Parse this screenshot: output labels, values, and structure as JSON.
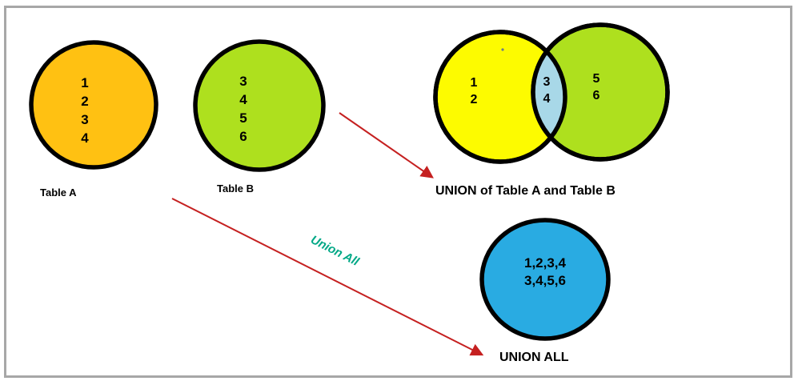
{
  "colors": {
    "table_a_fill": "#FFC112",
    "table_b_fill": "#AEE01E",
    "union_left_fill": "#FDFB00",
    "union_right_fill": "#AEE01E",
    "union_overlap_fill": "#A8D8E8",
    "union_all_fill": "#29ABE2",
    "circle_stroke": "#000000",
    "arrow": "#C52020",
    "arrow_label_color": "#00A886",
    "frame": "#A7A7A7"
  },
  "table_a": {
    "label": "Table A",
    "rows": [
      "1",
      "2",
      "3",
      "4"
    ]
  },
  "table_b": {
    "label": "Table B",
    "rows": [
      "3",
      "4",
      "5",
      "6"
    ]
  },
  "union": {
    "label": "UNION of Table A and Table B",
    "left_only": [
      "1",
      "2"
    ],
    "overlap": [
      "3",
      "4"
    ],
    "right_only": [
      "5",
      "6"
    ]
  },
  "union_all": {
    "label": "UNION ALL",
    "arrow_label": "Union All",
    "rows": [
      "1,2,3,4",
      "3,4,5,6"
    ]
  }
}
